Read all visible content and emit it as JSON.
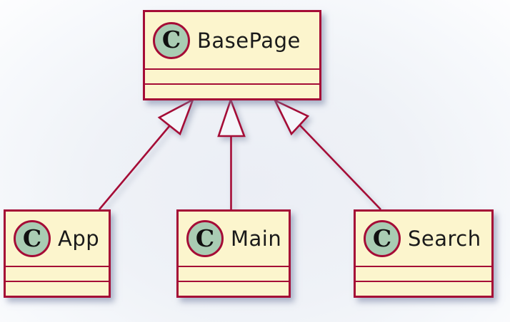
{
  "diagram": {
    "type": "uml-class-diagram",
    "classes": [
      {
        "id": "basepage",
        "name": "BasePage",
        "stereotype_letter": "C",
        "attributes": [],
        "methods": []
      },
      {
        "id": "app",
        "name": "App",
        "stereotype_letter": "C",
        "attributes": [],
        "methods": []
      },
      {
        "id": "main",
        "name": "Main",
        "stereotype_letter": "C",
        "attributes": [],
        "methods": []
      },
      {
        "id": "search",
        "name": "Search",
        "stereotype_letter": "C",
        "attributes": [],
        "methods": []
      }
    ],
    "relations": [
      {
        "from": "App",
        "to": "BasePage",
        "type": "generalization"
      },
      {
        "from": "Main",
        "to": "BasePage",
        "type": "generalization"
      },
      {
        "from": "Search",
        "to": "BasePage",
        "type": "generalization"
      }
    ],
    "colors": {
      "class_fill": "#fcf5cd",
      "class_border": "#a50c36",
      "circle_fill": "#a9ccb3",
      "edge_stroke": "#a50c36",
      "text": "#1a1a1a",
      "background": "#eff2f7"
    }
  }
}
